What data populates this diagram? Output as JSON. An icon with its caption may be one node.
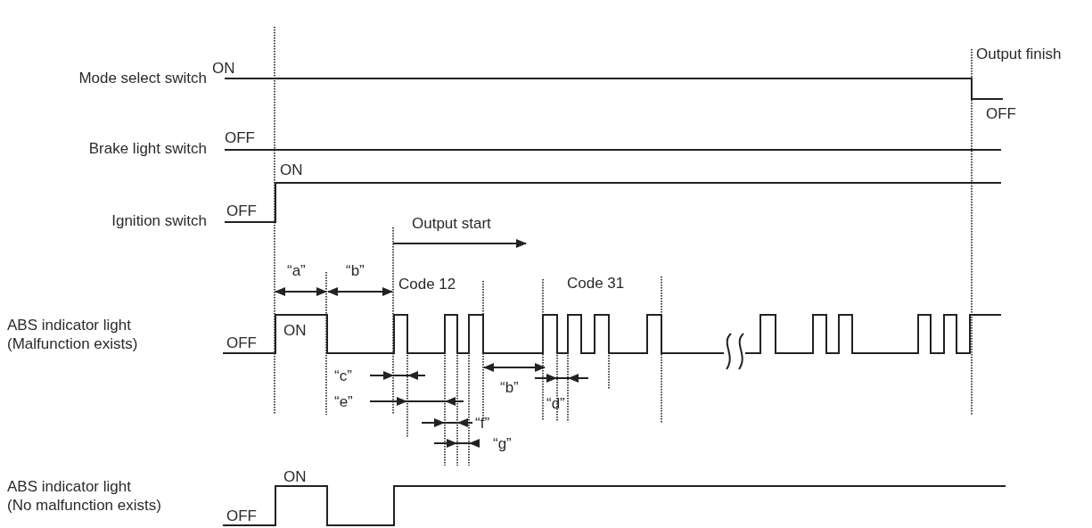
{
  "diagram": {
    "labels": [
      "Output finish",
      "Mode select switch",
      "ON",
      "OFF",
      "Brake light switch",
      "OFF",
      "ON",
      "Ignition switch",
      "OFF",
      "Output start",
      "“a”",
      "“b”",
      "Code 12",
      "Code 31",
      "ABS indicator light (Malfunction exists)",
      "OFF",
      "ON",
      "“c”",
      "“e”",
      "“b”",
      "“d”",
      "“f”",
      "“g”",
      "ON",
      "ABS indicator light (No malfunction exists)",
      "OFF"
    ]
  }
}
